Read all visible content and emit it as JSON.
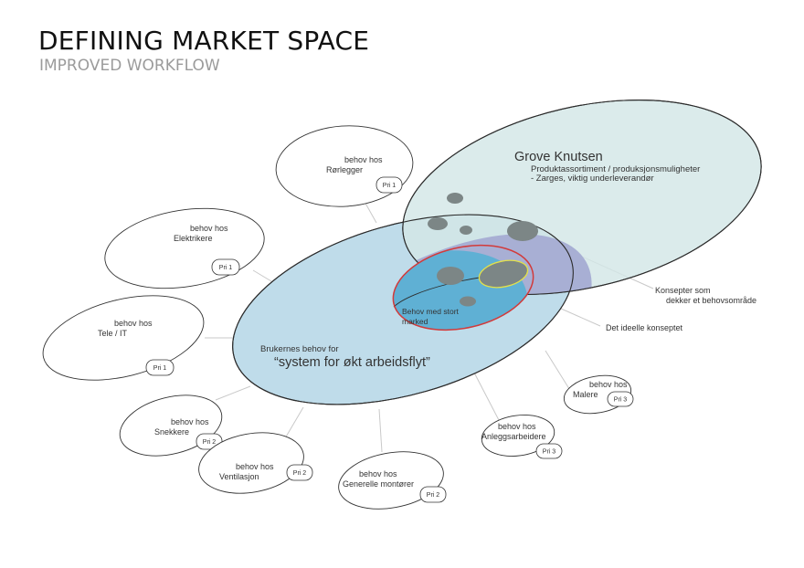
{
  "header": {
    "title": "DEFINING MARKET SPACE",
    "subtitle": "IMPROVED WORKFLOW"
  },
  "colors": {
    "user_needs_fill": "#bfdcea",
    "grove_fill": "#d3e6e6",
    "overlap_fill": "#a8afd4",
    "large_market_fill": "#5fb0d4",
    "ideal_outline": "#d23a3a",
    "ideal_concept_outline": "#e3e14a",
    "blob_fill": "#7c8686"
  },
  "grove": {
    "title": "Grove Knutsen",
    "line1": "Produktassortiment / produksjonsmuligheter",
    "line2": "- Zarges, viktig underleverandør"
  },
  "users": {
    "line1": "Brukernes behov for",
    "line2": "“system for økt arbeidsflyt”"
  },
  "large_market": {
    "line1": "Behov med stort",
    "line2": "marked"
  },
  "annotations": {
    "concepts_line1": "Konsepter som",
    "concepts_line2": "dekker et behovsområde",
    "ideal": "Det ideelle konseptet"
  },
  "needs": [
    {
      "line1": "behov hos",
      "line2": "Rørlegger",
      "priority": "Pri 1"
    },
    {
      "line1": "behov hos",
      "line2": "Elektrikere",
      "priority": "Pri 1"
    },
    {
      "line1": "behov hos",
      "line2": "Tele / IT",
      "priority": "Pri 1"
    },
    {
      "line1": "behov hos",
      "line2": "Snekkere",
      "priority": "Pri 2"
    },
    {
      "line1": "behov hos",
      "line2": "Ventilasjon",
      "priority": "Pri 2"
    },
    {
      "line1": "behov hos",
      "line2": "Generelle montører",
      "priority": "Pri 2"
    },
    {
      "line1": "behov hos",
      "line2": "Anleggsarbeidere",
      "priority": "Pri 3"
    },
    {
      "line1": "behov hos",
      "line2": "Malere",
      "priority": "Pri 3"
    }
  ]
}
